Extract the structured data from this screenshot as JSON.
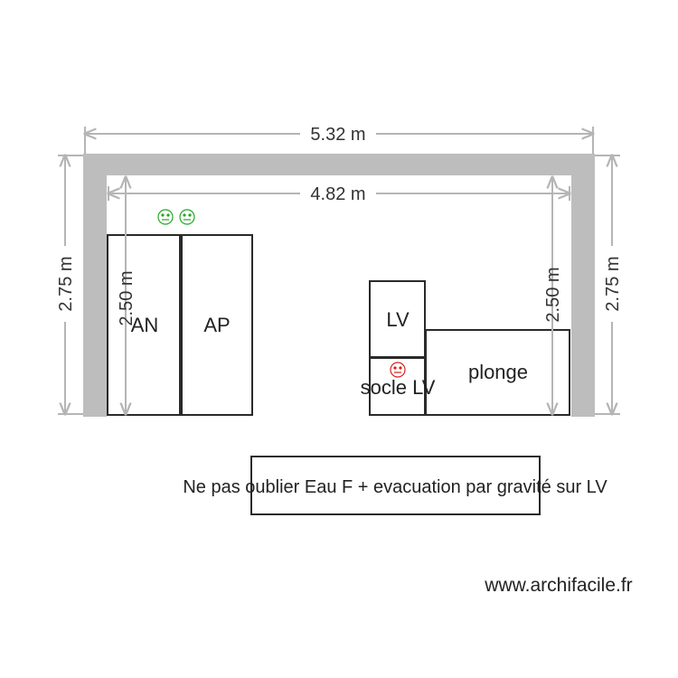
{
  "plan": {
    "dimensions": {
      "outer_width": "5.32 m",
      "inner_width": "4.82 m",
      "outer_height_left": "2.75 m",
      "outer_height_right": "2.75 m",
      "inner_height_left": "2.50 m",
      "inner_height_right": "2.50 m"
    },
    "furniture": {
      "an": "AN",
      "ap": "AP",
      "lv": "LV",
      "socle_lv": "socle LV",
      "plonge": "plonge"
    },
    "outlets": {
      "double_outlet_color": "#22a822",
      "single_outlet_color": "#d62020"
    },
    "note": "Ne pas oublier Eau F + evacuation par gravité sur LV",
    "website": "www.archifacile.fr",
    "wall_color": "#bdbdbd"
  }
}
